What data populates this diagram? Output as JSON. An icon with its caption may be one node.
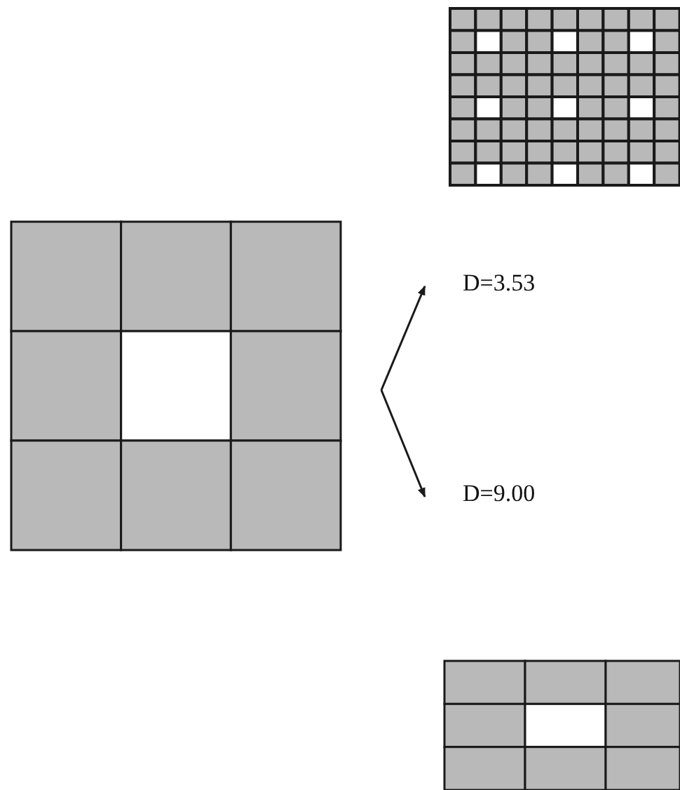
{
  "diagram": {
    "nodes": [
      {
        "text": [],
        "shape": "box"
      },
      {
        "text": [],
        "shape": "box"
      },
      {
        "text": [
          "D=3.53"
        ]
      },
      {
        "text": [
          "D=9.00"
        ]
      },
      {
        "text": [],
        "shape": "box"
      }
    ],
    "edges": [
      {
        "from": null,
        "to": 2,
        "arrow": "to"
      },
      {
        "from": null,
        "to": 3,
        "arrow": "to"
      }
    ]
  }
}
